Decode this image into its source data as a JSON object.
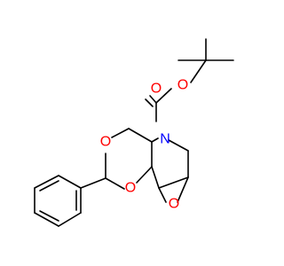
{
  "molecule": {
    "colors": {
      "bond": "#000000",
      "oxygen": "#ff0000",
      "nitrogen": "#0000ff",
      "background": "#ffffff"
    },
    "atoms": {
      "o_carbonyl": "O",
      "o_ester": "O",
      "n_ring": "N",
      "o_dioxane_left": "O",
      "o_dioxane_right": "O",
      "o_epoxide": "O"
    }
  }
}
